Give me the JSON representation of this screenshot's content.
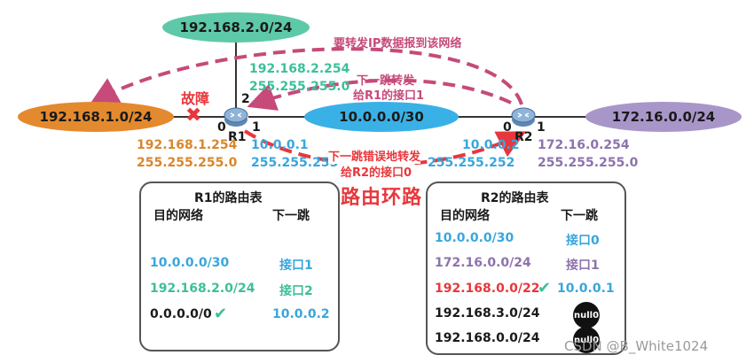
{
  "networks": {
    "net_2": "192.168.2.0/24",
    "net_1": "192.168.1.0/24",
    "net_10": "10.0.0.0/30",
    "net_172": "172.16.0.0/24"
  },
  "labels": {
    "r1_if2_ip": "192.168.2.254",
    "r1_if2_mask": "255.255.255.0",
    "r1_if0_ip": "192.168.1.254",
    "r1_if0_mask": "255.255.255.0",
    "r1_if1_ip": "10.0.0.1",
    "r1_if1_mask": "255.255.255",
    "r2_if0_ip": "10.0.0.2",
    "r2_if0_mask": "255.255.252",
    "r2_if1_ip": "172.16.0.254",
    "r2_if1_mask": "255.255.255.0",
    "fault": "故障",
    "r1_name": "R1",
    "r2_name": "R2",
    "port_r1_0": "0",
    "port_r1_1": "1",
    "port_r1_2": "2",
    "port_r2_0": "0",
    "port_r2_1": "1",
    "ann_forward": "要转发IP数据报到该网络",
    "ann_nexthop_r1_line1": "下一跳转发",
    "ann_nexthop_r1_line2": "给R1的接口1",
    "ann_nexthop_r2_line1": "下一跳错误地转发",
    "ann_nexthop_r2_line2": "给R2的接口0",
    "loop": "路由环路",
    "watermark": "CSDN @B_White1024"
  },
  "r1_table": {
    "title": "R1的路由表",
    "col_dest": "目的网络",
    "col_next": "下一跳",
    "rows": [
      {
        "dest": "10.0.0.0/30",
        "next": "接口1"
      },
      {
        "dest": "192.168.2.0/24",
        "next": "接口2"
      },
      {
        "dest": "0.0.0.0/0",
        "next": "10.0.0.2"
      }
    ]
  },
  "r2_table": {
    "title": "R2的路由表",
    "col_dest": "目的网络",
    "col_next": "下一跳",
    "rows": [
      {
        "dest": "10.0.0.0/30",
        "next": "接口0"
      },
      {
        "dest": "172.16.0.0/24",
        "next": "接口1"
      },
      {
        "dest": "192.168.0.0/22",
        "next": "10.0.0.1"
      },
      {
        "dest": "192.168.3.0/24",
        "next": "null0"
      },
      {
        "dest": "192.168.0.0/24",
        "next": "null0"
      }
    ]
  },
  "colors": {
    "green": "#3dbf9a",
    "orange": "#d9862b",
    "blue": "#3aa6dc",
    "purple": "#8d73ad",
    "red": "#e8373c",
    "arrow": "#c64a7a"
  }
}
